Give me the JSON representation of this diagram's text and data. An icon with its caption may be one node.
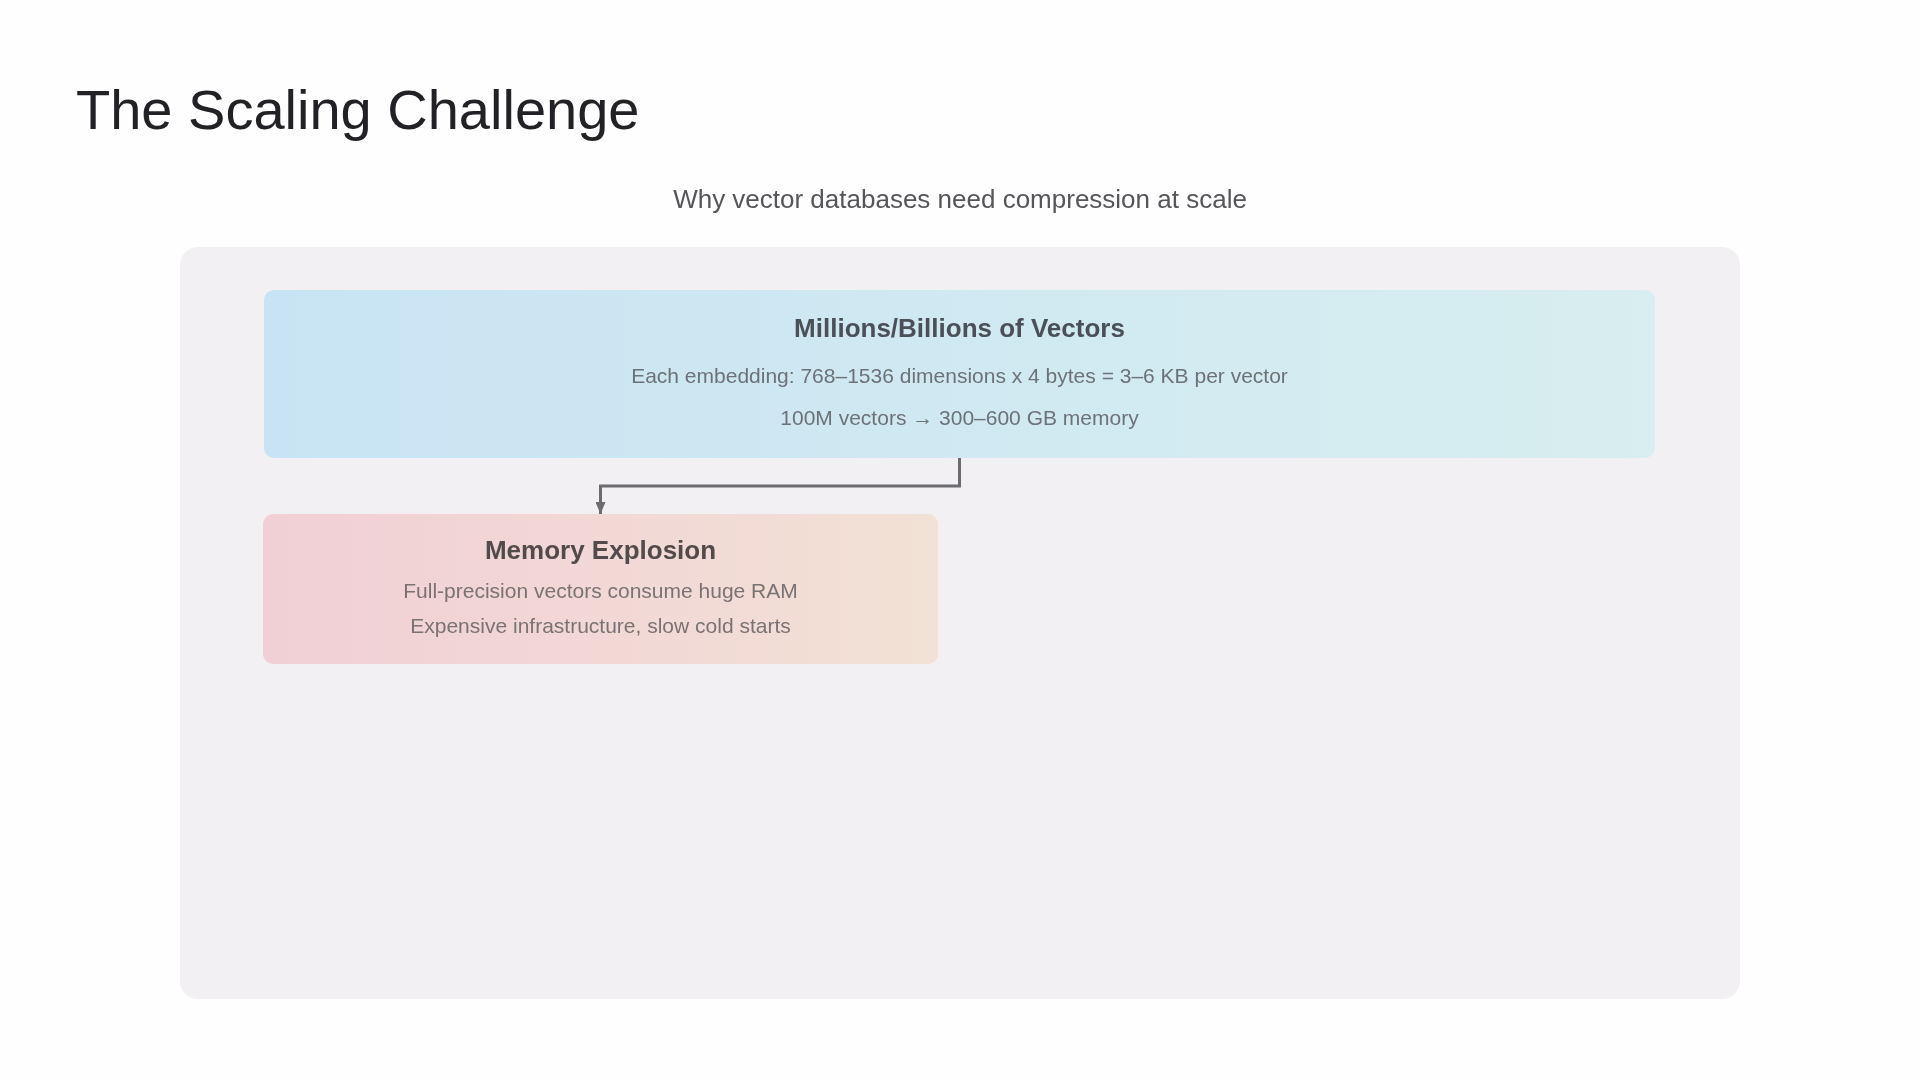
{
  "diagram": {
    "title": "The Scaling Challenge",
    "nodes": [
      {
        "text": [
          "Millions/Billions of Vectors",
          "Each embedding: 768–1536 dimensions x 4 bytes = 3–6 KB per vector",
          "100M vectors → 300–600 GB memory"
        ]
      },
      {
        "text": [
          "Memory Explosion",
          "Full-precision vectors consume huge RAM",
          "Expensive infrastructure, slow cold starts"
        ]
      }
    ],
    "edges": [
      {
        "from": 0,
        "to": 1,
        "arrow": "to"
      }
    ],
    "labels": [
      "Why vector databases need compression at scale"
    ]
  }
}
